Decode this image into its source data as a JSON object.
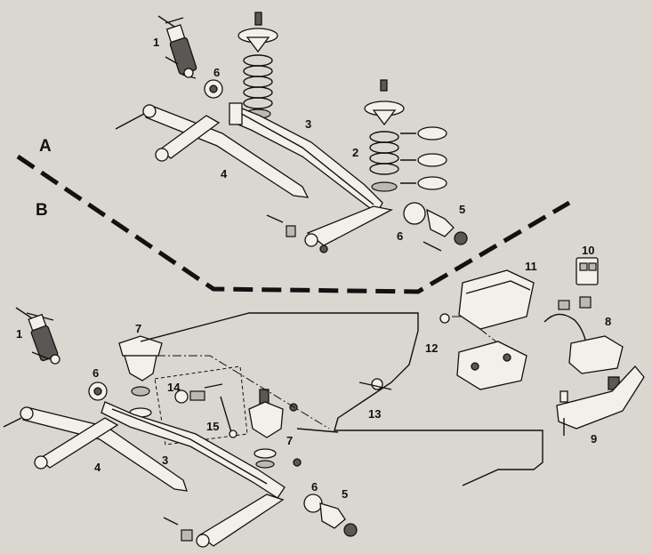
{
  "sections": {
    "a": "A",
    "b": "B"
  },
  "callouts_a": [
    "1",
    "6",
    "3",
    "2",
    "4",
    "6",
    "5"
  ],
  "callouts_b": [
    "1",
    "7",
    "6",
    "14",
    "15",
    "4",
    "3",
    "7",
    "6",
    "5",
    "12",
    "13",
    "11",
    "10",
    "8",
    "9"
  ]
}
